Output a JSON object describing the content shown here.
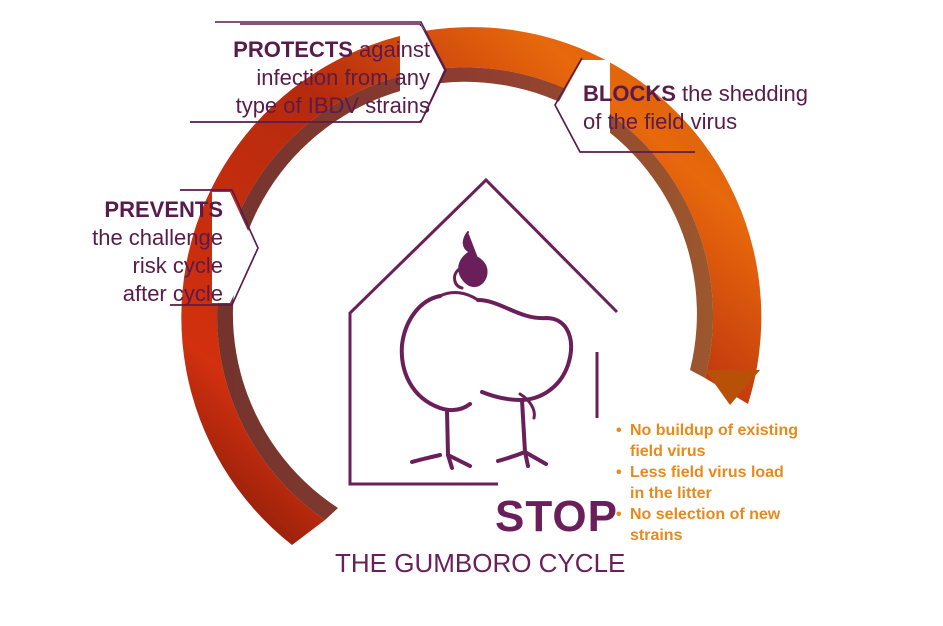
{
  "colors": {
    "purple": "#5a1b4c",
    "orange": "#e8891c",
    "arc_dark": "#7a1a0c",
    "arc_red": "#c8300f",
    "arc_orange": "#e8780c"
  },
  "callouts": {
    "protects": {
      "bold": "PROTECTS",
      "rest_line1": " against",
      "rest_line2": "infection from any",
      "rest_line3": "type of IBDV strains"
    },
    "blocks": {
      "bold": "BLOCKS",
      "rest_line1": " the shedding",
      "rest_line2": "of the field virus"
    },
    "prevents": {
      "bold": "PREVENTS",
      "rest_line1": "the challenge",
      "rest_line2": "risk cycle",
      "rest_line3": "after cycle"
    }
  },
  "stop": {
    "title": "STOP",
    "subtitle": "THE GUMBORO CYCLE"
  },
  "bullets": [
    {
      "line1": "No buildup of existing",
      "line2": "field virus"
    },
    {
      "line1": "Less field virus load",
      "line2": "in the litter"
    },
    {
      "line1": "No selection of new",
      "line2": "strains"
    }
  ],
  "icons": {
    "house": "house-outline-icon",
    "chicken": "chicken-icon"
  }
}
